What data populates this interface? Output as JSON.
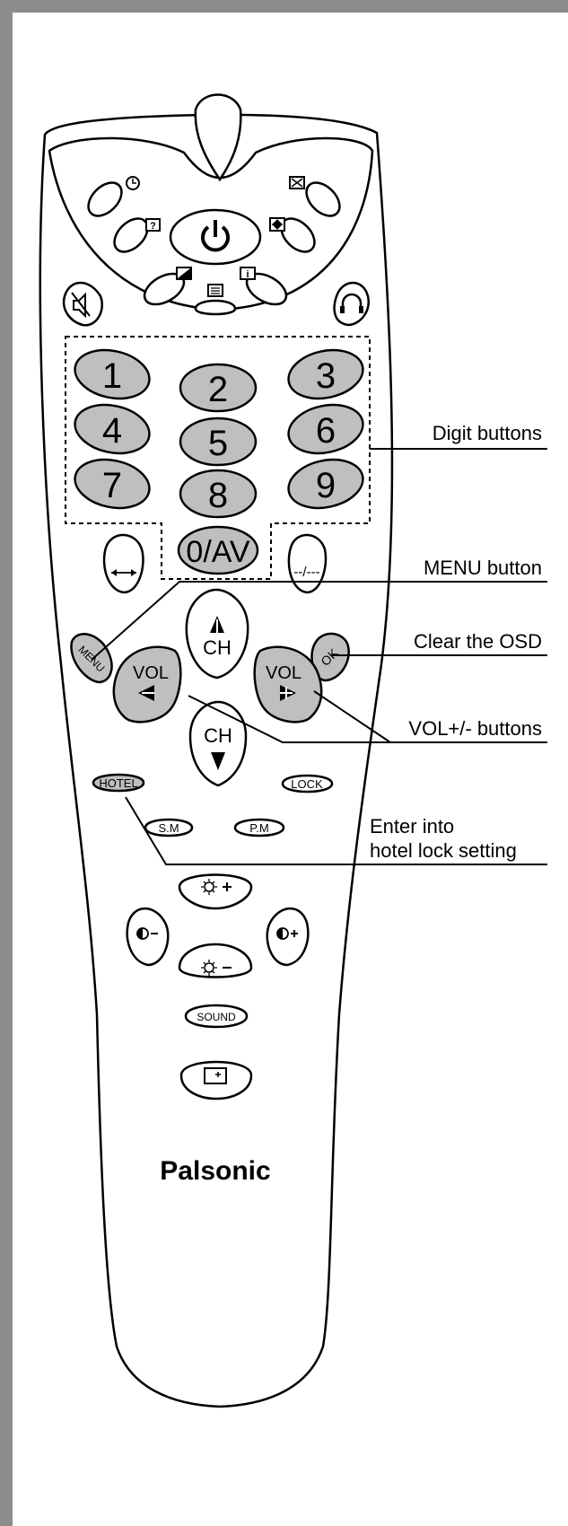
{
  "brand": "Palsonic",
  "annotations": {
    "digit": "Digit buttons",
    "menu": "MENU button",
    "osd": "Clear the OSD",
    "vol": "VOL+/- buttons",
    "hotel_line1": "Enter into",
    "hotel_line2": "hotel lock setting"
  },
  "digits": [
    "1",
    "2",
    "3",
    "4",
    "5",
    "6",
    "7",
    "8",
    "9"
  ],
  "zero_av": "0/AV",
  "dash_button": "--/---",
  "menu_button": "MENU",
  "ok_button": "OK",
  "ch_label": "CH",
  "vol_label": "VOL",
  "hotel_button": "HOTEL",
  "lock_button": "LOCK",
  "sm_button": "S.M",
  "pm_button": "P.M",
  "sound_button": "SOUND",
  "colors": {
    "frame": "#8c8c8c",
    "button_fill": "#bfbfbf",
    "outline": "#000000"
  }
}
